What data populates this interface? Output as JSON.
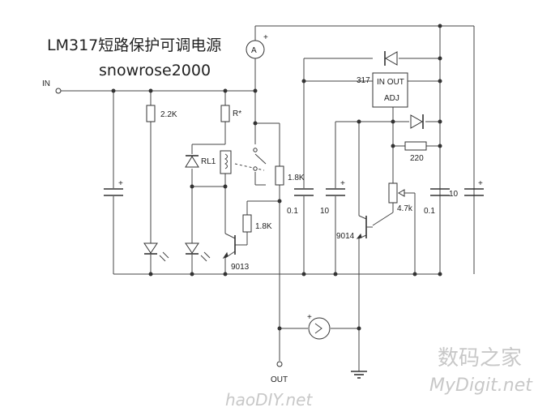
{
  "title": "LM317短路保护可调电源",
  "author": "snowrose2000",
  "labels": {
    "in": "IN",
    "out": "OUT",
    "r_2k2": "2.2K",
    "r_star": "R*",
    "rl1": "RL1",
    "r_1k8_top": "1.8K",
    "r_1k8_base": "1.8K",
    "q_9013": "9013",
    "q_9014": "9014",
    "c_0_1_left": "0.1",
    "c_10_left": "10",
    "c_0_1_right": "0.1",
    "c_10_right": "10",
    "reg_317": "317",
    "reg_in_out": "IN OUT",
    "reg_adj": "ADJ",
    "r_220": "220",
    "pot_4k7": "4.7k",
    "ammeter": "A",
    "plus": "+"
  },
  "watermarks": {
    "site_cn": "数码之家",
    "site_en": "MyDigit.net",
    "haodiy": "haoDIY.net"
  }
}
